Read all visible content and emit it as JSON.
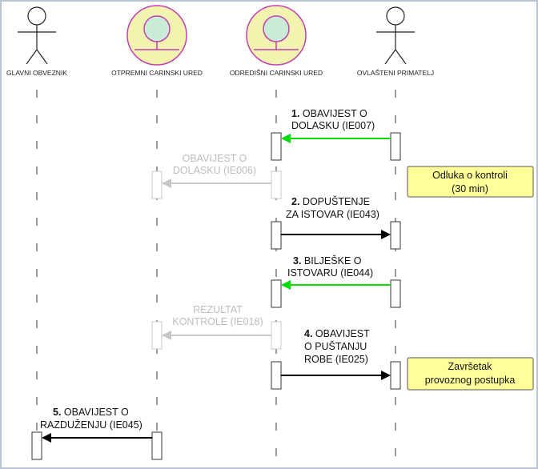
{
  "participants": [
    {
      "label": "GLAVNI OBVEZNIK",
      "kind": "actor"
    },
    {
      "label": "OTPREMNI CARINSKI URED",
      "kind": "boundary"
    },
    {
      "label": "ODREDIŠNI CARINSKI URED",
      "kind": "boundary"
    },
    {
      "label": "OVLAŠTENI PRIMATELJ",
      "kind": "actor"
    }
  ],
  "messages": [
    {
      "number": "1.",
      "line1": "OBAVIJEST O",
      "line2": "DOLASKU (IE007)",
      "line3": "",
      "color": "#00dd00",
      "faint": false
    },
    {
      "number": "",
      "line1": "OBAVIJEST O",
      "line2": "DOLASKU (IE006)",
      "line3": "",
      "color": "#c8c8c8",
      "faint": true
    },
    {
      "number": "2.",
      "line1": "DOPUŠTENJE",
      "line2": "ZA ISTOVAR (IE043)",
      "line3": "",
      "color": "#000000",
      "faint": false
    },
    {
      "number": "3.",
      "line1": "BILJEŠKE O",
      "line2": "ISTOVARU (IE044)",
      "line3": "",
      "color": "#00dd00",
      "faint": false
    },
    {
      "number": "",
      "line1": "REZULTAT",
      "line2": "KONTROLE (IE018)",
      "line3": "",
      "color": "#c8c8c8",
      "faint": true
    },
    {
      "number": "4.",
      "line1": "OBAVIJEST",
      "line2": "O PUŠTANJU",
      "line3": "ROBE (IE025)",
      "color": "#000000",
      "faint": false
    },
    {
      "number": "5.",
      "line1": "OBAVIJEST O",
      "line2": "RAZDUŽENJU (IE045)",
      "line3": "",
      "color": "#000000",
      "faint": false
    }
  ],
  "notes": [
    {
      "line1": "Odluka o kontroli",
      "line2": "(30 min)"
    },
    {
      "line1": "Završetak",
      "line2": "provoznog postupka"
    }
  ],
  "colors": {
    "green_arrow": "#00dd00",
    "faint_arrow": "#c8c8c8",
    "note_fill": "#ffff99",
    "boundary_fill": "#f3f3b0",
    "boundary_ring": "#c040b0",
    "boundary_core": "#c8ecd8"
  }
}
